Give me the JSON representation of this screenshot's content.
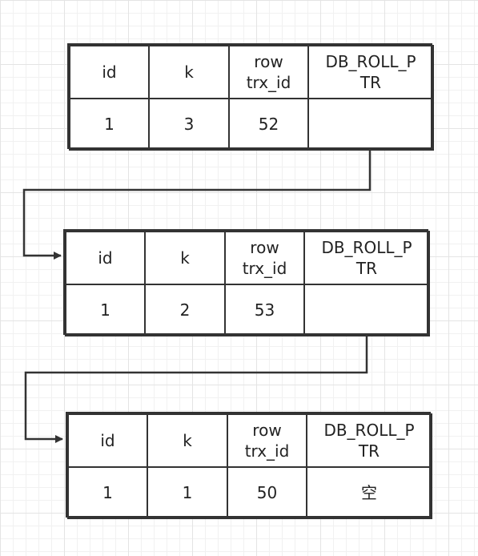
{
  "diagram": {
    "line_color": "#333333",
    "records": [
      {
        "header": [
          "id",
          "k",
          "row\ntrx_id",
          "DB_ROLL_P\nTR"
        ],
        "values": [
          "1",
          "3",
          "52",
          ""
        ]
      },
      {
        "header": [
          "id",
          "k",
          "row\ntrx_id",
          "DB_ROLL_P\nTR"
        ],
        "values": [
          "1",
          "2",
          "53",
          ""
        ]
      },
      {
        "header": [
          "id",
          "k",
          "row\ntrx_id",
          "DB_ROLL_P\nTR"
        ],
        "values": [
          "1",
          "1",
          "50",
          "空"
        ]
      }
    ]
  }
}
